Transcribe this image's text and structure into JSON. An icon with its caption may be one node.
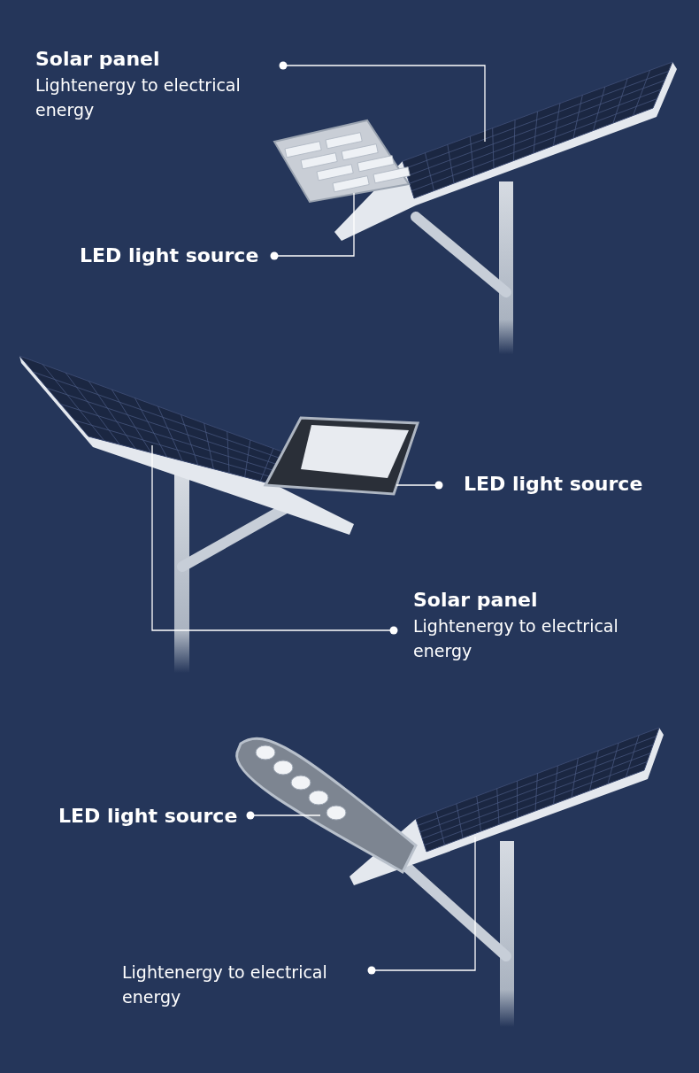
{
  "diagram": {
    "nodes": [
      {
        "text": [
          "Solar panel",
          "Lightenergy to electrical energy"
        ]
      },
      {
        "text": [],
        "shape": "picture"
      },
      {
        "text": [
          "LED light source"
        ]
      },
      {
        "text": [],
        "shape": "picture"
      },
      {
        "text": [
          "LED light source"
        ]
      },
      {
        "text": [],
        "shape": "picture"
      },
      {
        "text": [
          "Solar panel",
          "Lightenergy to electrical energy"
        ]
      },
      {
        "text": [],
        "shape": "picture"
      },
      {
        "text": [
          "LED light source"
        ]
      },
      {
        "text": [],
        "shape": "picture"
      },
      {
        "text": [
          "Lightenergy to electrical energy"
        ]
      },
      {
        "text": [],
        "shape": "picture"
      }
    ],
    "edges": [
      {
        "from": 0,
        "to": 1,
        "arrow": "other"
      },
      {
        "from": 2,
        "to": 3,
        "arrow": "other"
      },
      {
        "from": 4,
        "to": 5,
        "arrow": "other"
      },
      {
        "from": 6,
        "to": 7,
        "arrow": "other"
      },
      {
        "from": 8,
        "to": 9,
        "arrow": "other"
      },
      {
        "from": 10,
        "to": 11,
        "arrow": "other"
      }
    ]
  }
}
